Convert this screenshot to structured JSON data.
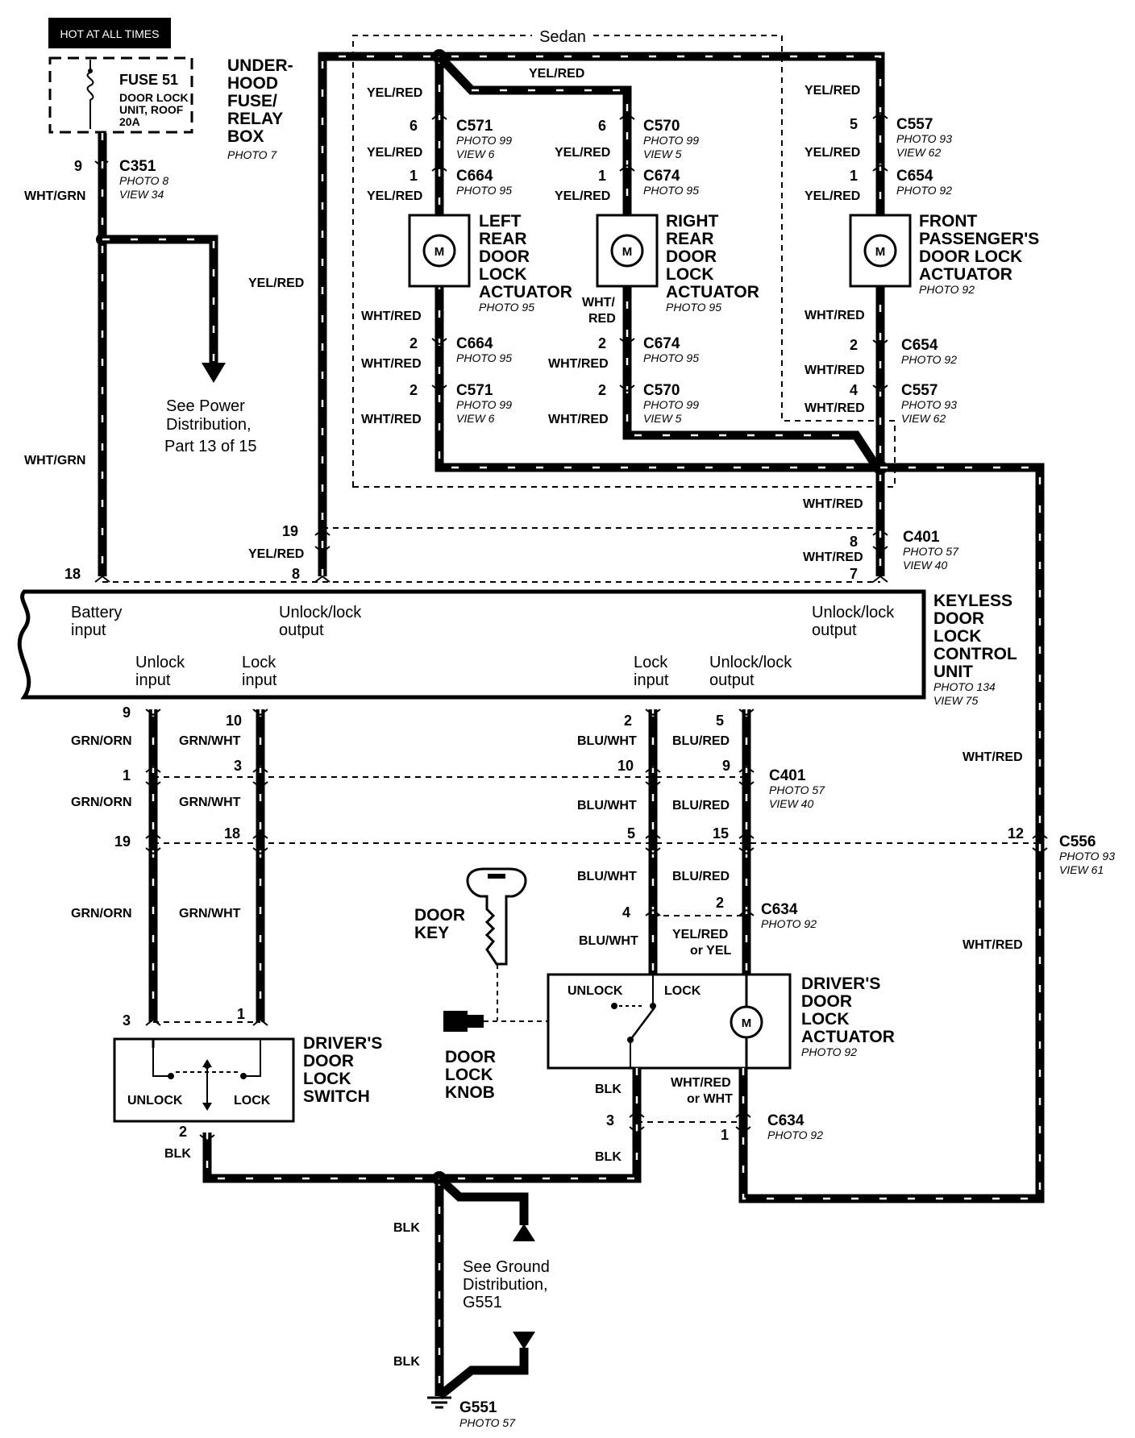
{
  "hot_label": "HOT AT ALL TIMES",
  "sedan_label": "Sedan",
  "fuse": {
    "name": "FUSE 51",
    "desc1": "DOOR LOCK",
    "desc2": "UNIT, ROOF",
    "rating": "20A",
    "box1": "UNDER-",
    "box2": "HOOD",
    "box3": "FUSE/",
    "box4": "RELAY",
    "box5": "BOX",
    "box_photo": "PHOTO 7"
  },
  "c351": {
    "name": "C351",
    "pin": "9",
    "photo": "PHOTO 8",
    "view": "VIEW 34"
  },
  "power_ref": {
    "line1": "See Power",
    "line2": "Distribution,",
    "line3": "Part 13 of 15"
  },
  "ground_ref": {
    "line1": "See Ground",
    "line2": "Distribution,",
    "line3": "G551"
  },
  "wires": {
    "wht_grn": "WHT/GRN",
    "yel_red": "YEL/RED",
    "wht_red": "WHT/RED",
    "wht_red_split1": "WHT/",
    "wht_red_split2": "RED",
    "grn_orn": "GRN/ORN",
    "grn_wht": "GRN/WHT",
    "blu_wht": "BLU/WHT",
    "blu_red": "BLU/RED",
    "yel_red_or_yel1": "YEL/RED",
    "yel_red_or_yel2": "or YEL",
    "wht_red_or_wht1": "WHT/RED",
    "wht_red_or_wht2": "or WHT",
    "blk": "BLK"
  },
  "left_rear": {
    "c571": "C571",
    "c571_photo": "PHOTO 99",
    "c571_view": "VIEW 6",
    "c664": "C664",
    "c664_photo": "PHOTO 95",
    "pin_top1": "6",
    "pin_top2": "1",
    "pin_bot1": "2",
    "pin_bot2": "2",
    "name1": "LEFT",
    "name2": "REAR",
    "name3": "DOOR",
    "name4": "LOCK",
    "name5": "ACTUATOR",
    "photo": "PHOTO 95"
  },
  "right_rear": {
    "c570": "C570",
    "c570_photo": "PHOTO 99",
    "c570_view": "VIEW 5",
    "c674": "C674",
    "c674_photo": "PHOTO 95",
    "pin_top1": "6",
    "pin_top2": "1",
    "pin_bot1": "2",
    "pin_bot2": "2",
    "name1": "RIGHT",
    "name2": "REAR",
    "name3": "DOOR",
    "name4": "LOCK",
    "name5": "ACTUATOR",
    "photo": "PHOTO 95"
  },
  "front_pass": {
    "c557": "C557",
    "c557_photo": "PHOTO 93",
    "c557_view": "VIEW 62",
    "c654": "C654",
    "c654_photo": "PHOTO 92",
    "pin_top1": "5",
    "pin_top2": "1",
    "pin_bot1": "2",
    "pin_bot2": "4",
    "name1": "FRONT",
    "name2": "PASSENGER'S",
    "name3": "DOOR LOCK",
    "name4": "ACTUATOR",
    "photo": "PHOTO 92"
  },
  "motor": "M",
  "c401": {
    "name": "C401",
    "photo": "PHOTO 57",
    "view": "VIEW 40",
    "p19": "19",
    "p8a": "8",
    "p18": "18",
    "p8b": "8",
    "p7": "7",
    "p1": "1",
    "p3": "3",
    "p10": "10",
    "p9": "9"
  },
  "kdlcu": {
    "name1": "KEYLESS",
    "name2": "DOOR",
    "name3": "LOCK",
    "name4": "CONTROL",
    "name5": "UNIT",
    "photo": "PHOTO 134",
    "view": "VIEW 75",
    "battery1": "Battery",
    "battery2": "input",
    "ulo1_a": "Unlock/lock",
    "ulo1_b": "output",
    "ulo2_a": "Unlock/lock",
    "ulo2_b": "output",
    "unlock_in1": "Unlock",
    "unlock_in2": "input",
    "lock_in1": "Lock",
    "lock_in2": "input",
    "lock_in3": "Lock",
    "lock_in4": "input",
    "ulo3_a": "Unlock/lock",
    "ulo3_b": "output",
    "p9": "9",
    "p10": "10",
    "p2": "2",
    "p5": "5"
  },
  "c556": {
    "name": "C556",
    "photo": "PHOTO 93",
    "view": "VIEW 61",
    "p19": "19",
    "p18": "18",
    "p5": "5",
    "p15": "15",
    "p12": "12"
  },
  "c634": {
    "name": "C634",
    "photo": "PHOTO 92",
    "p4": "4",
    "p2": "2",
    "p3": "3",
    "p1": "1"
  },
  "door_key": {
    "line1": "DOOR",
    "line2": "KEY"
  },
  "door_knob": {
    "line1": "DOOR",
    "line2": "LOCK",
    "line3": "KNOB"
  },
  "drv_act": {
    "unlock": "UNLOCK",
    "lock": "LOCK",
    "name1": "DRIVER'S",
    "name2": "DOOR",
    "name3": "LOCK",
    "name4": "ACTUATOR",
    "photo": "PHOTO 92"
  },
  "drv_sw": {
    "p3": "3",
    "p1": "1",
    "p2": "2",
    "unlock": "UNLOCK",
    "lock": "LOCK",
    "name1": "DRIVER'S",
    "name2": "DOOR",
    "name3": "LOCK",
    "name4": "SWITCH"
  },
  "g551": {
    "name": "G551",
    "photo": "PHOTO 57"
  }
}
